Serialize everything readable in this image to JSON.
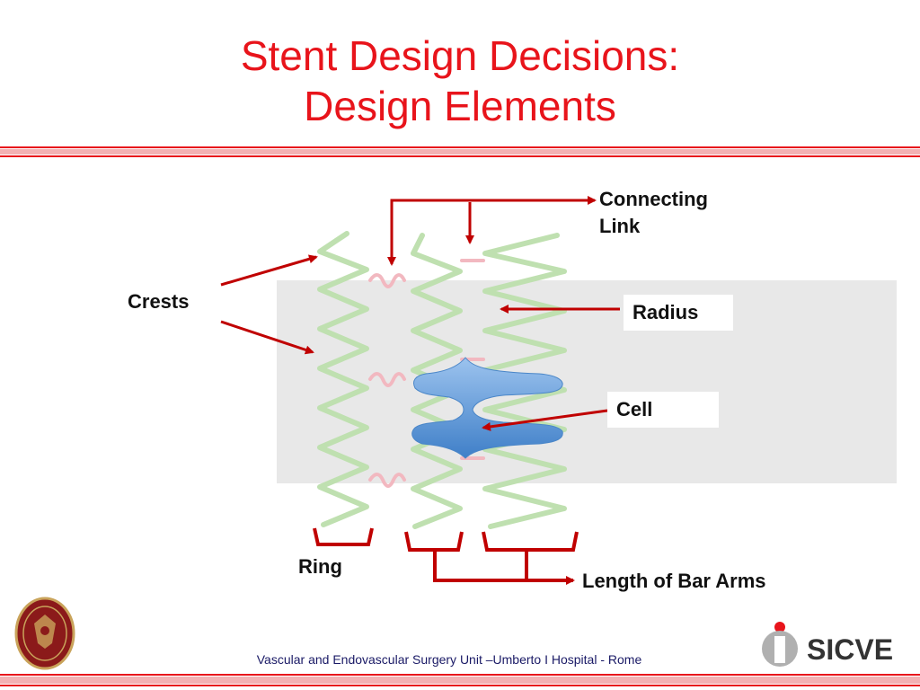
{
  "slide": {
    "title_line1": "Stent Design Decisions:",
    "title_line2": "Design Elements"
  },
  "labels": {
    "connecting_link": [
      "Connecting",
      "Link"
    ],
    "crests": "Crests",
    "radius": "Radius",
    "cell": "Cell",
    "ring": "Ring",
    "length_of_bar_arms": "Length of Bar Arms"
  },
  "footer": {
    "text": "Vascular and Endovascular Surgery Unit –Umberto I Hospital -  Rome",
    "logo_right_text": "SICVE"
  },
  "colors": {
    "title": "#e8141b",
    "arrow": "#c00000",
    "strut": "#bfe0b0",
    "link": "#f2b8c0",
    "cell_fill": "#5b9bd5",
    "rule": "#e8141b"
  }
}
